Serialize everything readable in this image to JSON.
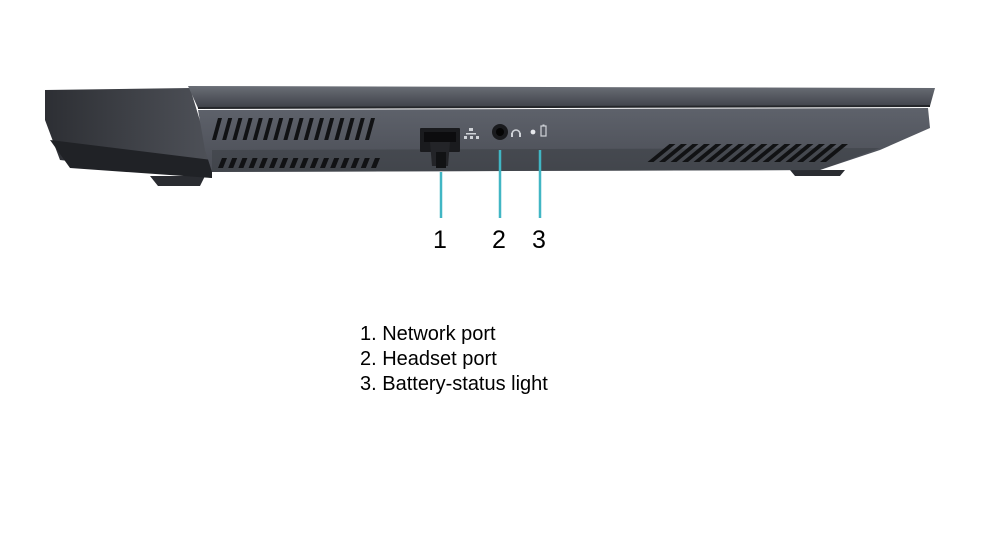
{
  "callouts": [
    {
      "number": "1",
      "accent_color": "#41b6c4"
    },
    {
      "number": "2",
      "accent_color": "#41b6c4"
    },
    {
      "number": "3",
      "accent_color": "#41b6c4"
    }
  ],
  "legend": [
    {
      "text": "1. Network port"
    },
    {
      "text": "2. Headset port"
    },
    {
      "text": "3. Battery-status light"
    }
  ],
  "colors": {
    "chassis_top": "#4a4e56",
    "chassis_body": "#5a5f68",
    "chassis_dark": "#2a2c31",
    "vent": "#111214",
    "callout_line": "#41b6c4"
  }
}
